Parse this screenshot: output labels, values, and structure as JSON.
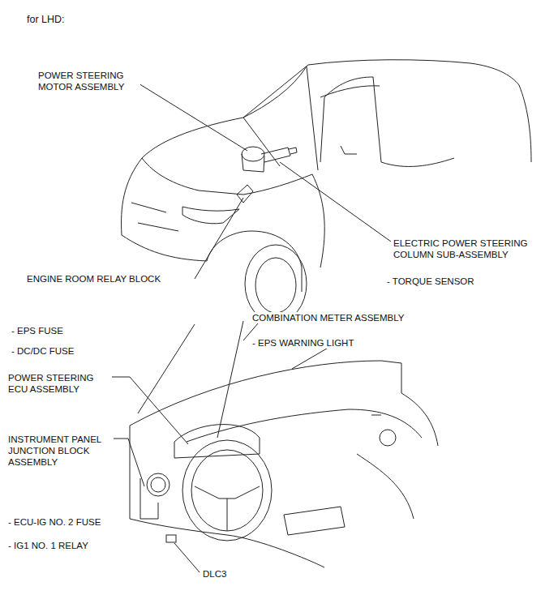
{
  "diagram": {
    "labels": [
      "for LHD:",
      "POWER STEERING MOTOR ASSEMBLY",
      "ELECTRIC POWER STEERING COLUMN SUB-ASSEMBLY",
      "ENGINE ROOM RELAY BLOCK",
      "- TORQUE SENSOR",
      "- EPS FUSE",
      "- DC/DC FUSE",
      "COMBINATION METER ASSEMBLY",
      "- EPS WARNING LIGHT",
      "POWER STEERING ECU ASSEMBLY",
      "INSTRUMENT PANEL JUNCTION BLOCK ASSEMBLY",
      "- ECU-IG NO. 2 FUSE",
      "- IG1 NO. 1 RELAY",
      "DLC3"
    ]
  }
}
